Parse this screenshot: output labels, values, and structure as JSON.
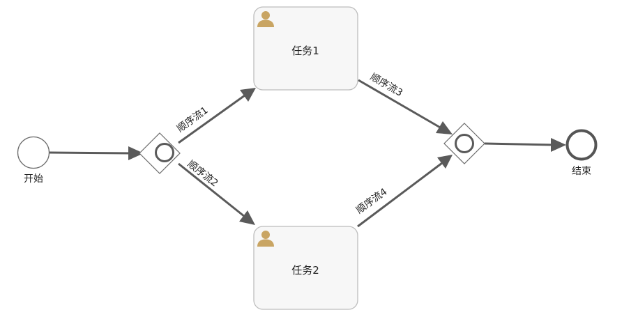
{
  "diagram": {
    "start_label": "开始",
    "end_label": "结束",
    "task1_label": "任务1",
    "task2_label": "任务2",
    "flow1_label": "顺序流1",
    "flow2_label": "顺序流2",
    "flow3_label": "顺序流3",
    "flow4_label": "顺序流4",
    "task_icon": "user-icon",
    "colors": {
      "task_icon": "#c9a563",
      "flow_line": "#5a5a5a",
      "task_fill": "#f7f7f7",
      "task_border": "#bdbdbd"
    }
  }
}
